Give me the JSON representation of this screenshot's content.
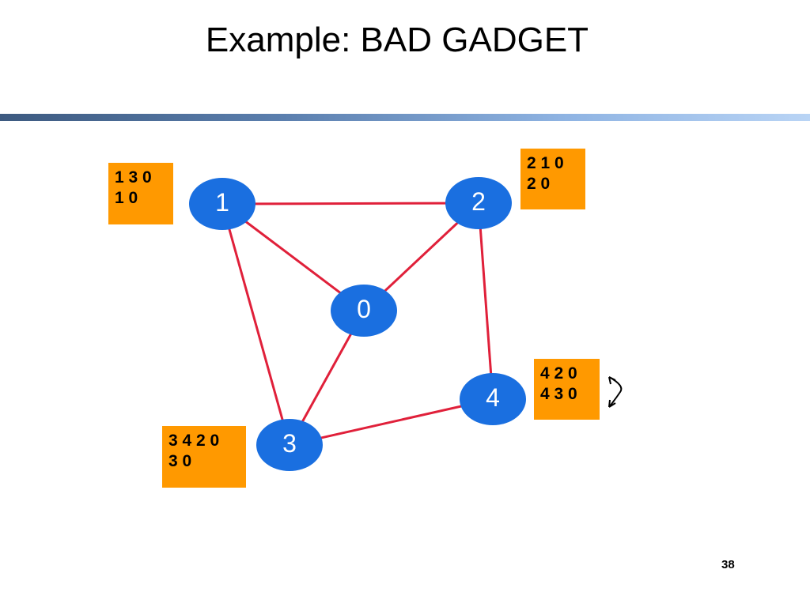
{
  "title": "Example: BAD GADGET",
  "nodes": [
    {
      "id": "1",
      "label": "1",
      "color": "#1a6fe0"
    },
    {
      "id": "2",
      "label": "2",
      "color": "#1a6fe0"
    },
    {
      "id": "0",
      "label": "0",
      "color": "#1a6fe0"
    },
    {
      "id": "4",
      "label": "4",
      "color": "#1a6fe0"
    },
    {
      "id": "3",
      "label": "3",
      "color": "#1a6fe0"
    }
  ],
  "edges": [
    {
      "from": "1",
      "to": "2"
    },
    {
      "from": "1",
      "to": "0"
    },
    {
      "from": "1",
      "to": "3"
    },
    {
      "from": "2",
      "to": "0"
    },
    {
      "from": "2",
      "to": "4"
    },
    {
      "from": "0",
      "to": "3"
    },
    {
      "from": "3",
      "to": "4"
    }
  ],
  "edge_color": "#e0203a",
  "box_color": "#ff9900",
  "path_boxes": {
    "node1": {
      "lines": [
        "1 3 0",
        "1 0"
      ]
    },
    "node2": {
      "lines": [
        "2 1 0",
        "2 0"
      ]
    },
    "node3": {
      "lines": [
        "3 4 2 0",
        "3 0"
      ]
    },
    "node4": {
      "lines": [
        "4 2 0",
        "4 3 0"
      ],
      "swap_arrow_icon": "swap-arrows-icon"
    }
  },
  "page_number": "38"
}
